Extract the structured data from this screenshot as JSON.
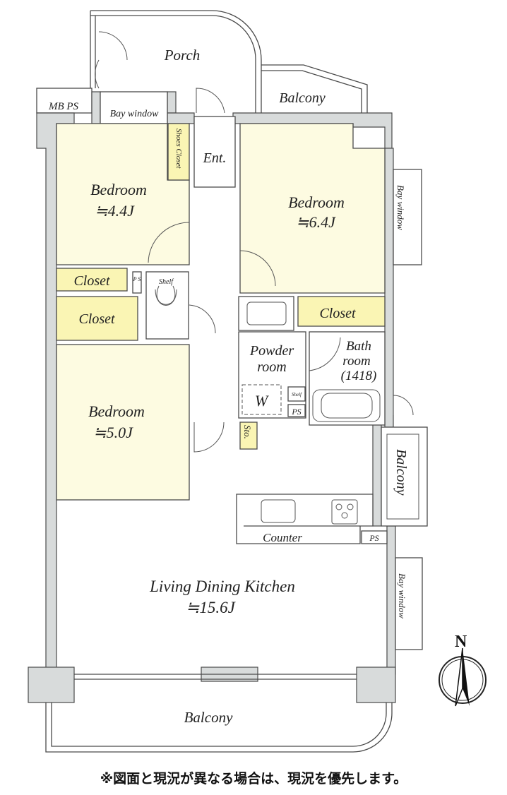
{
  "plan": {
    "porch": "Porch",
    "balcony_top": "Balcony",
    "mb_ps": "MB  PS",
    "bay_window_top": "Bay window",
    "shoes_closet": "Shoes Closet",
    "entrance": "Ent.",
    "bedroom_a": {
      "name": "Bedroom",
      "size": "≒4.4J"
    },
    "bedroom_b": {
      "name": "Bedroom",
      "size": "≒6.4J"
    },
    "bedroom_c": {
      "name": "Bedroom",
      "size": "≒5.0J"
    },
    "bay_window_right": "Bay window",
    "closet_1": "Closet",
    "closet_2": "Closet",
    "closet_3": "Closet",
    "ps_small": "P S",
    "shelf_small": "Shelf",
    "powder_room": [
      "Powder",
      "room"
    ],
    "bath_room": [
      "Bath",
      "room",
      "(1418)"
    ],
    "washer": "W",
    "shelf": "Shelf",
    "ps_1": "PS",
    "storage": "Sto.",
    "balcony_side": "Balcony",
    "counter": "Counter",
    "ps_2": "PS",
    "ldk": {
      "name": "Living Dining Kitchen",
      "size": "≒15.6J"
    },
    "bay_window_ldk": "Bay window",
    "balcony_bottom": "Balcony",
    "compass": "N"
  },
  "note": "※図面と現況が異なる場合は、現況を優先します。"
}
